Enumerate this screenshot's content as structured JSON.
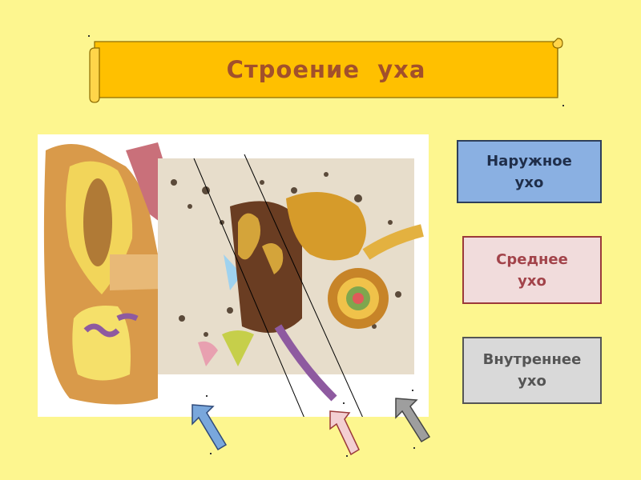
{
  "title": "Строение  уха",
  "labels": {
    "outer": "Наружное\nухо",
    "middle": "Среднее\nухо",
    "inner": "Внутреннее\nухо"
  },
  "colors": {
    "background": "#fdf68f",
    "scroll": "#ffc000",
    "title_text": "#a2502b",
    "outer_box": "#8ab0e2",
    "middle_box": "#f1dcdc",
    "inner_box": "#d9d9d9",
    "arrow_blue": "#79a7dc",
    "arrow_pink": "#f3cfd2",
    "arrow_gray": "#9e9e9e"
  },
  "icons": [
    "scroll-banner",
    "ear-anatomy-illustration",
    "arrow-up-left-icon"
  ]
}
